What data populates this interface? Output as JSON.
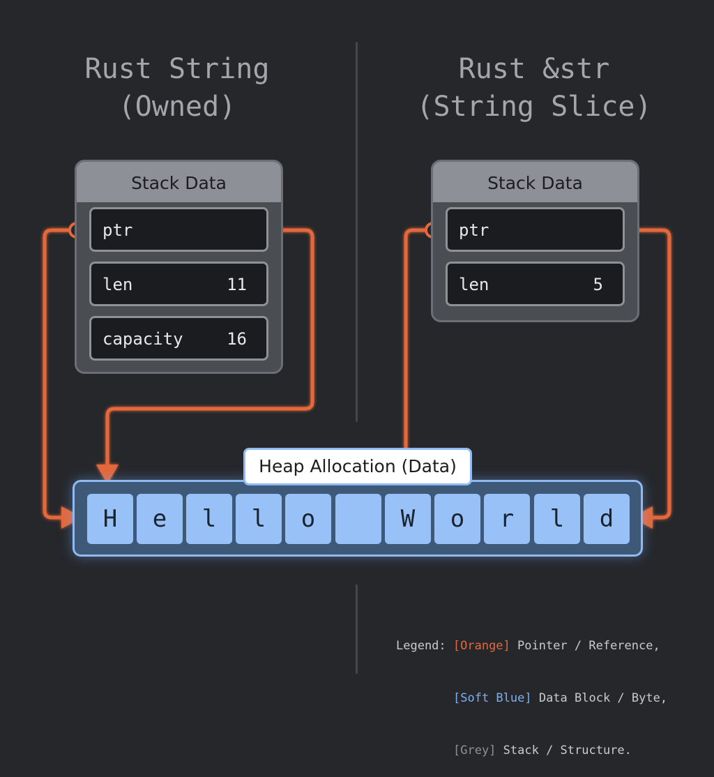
{
  "colors": {
    "background": "#25272b",
    "pointer_orange": "#e4683b",
    "data_blue": "#98c2f7",
    "stack_grey": "#8d9096"
  },
  "left": {
    "title_line1": "Rust String",
    "title_line2": "(Owned)",
    "stack_header": "Stack Data",
    "fields": [
      {
        "name": "ptr",
        "value": ""
      },
      {
        "name": "len",
        "value": "11"
      },
      {
        "name": "capacity",
        "value": "16"
      }
    ]
  },
  "right": {
    "title_line1": "Rust &str",
    "title_line2": "(String Slice)",
    "stack_header": "Stack Data",
    "fields": [
      {
        "name": "ptr",
        "value": ""
      },
      {
        "name": "len",
        "value": "5"
      }
    ]
  },
  "heap": {
    "label": "Heap Allocation (Data)",
    "bytes": [
      "H",
      "e",
      "l",
      "l",
      "o",
      " ",
      "W",
      "o",
      "r",
      "l",
      "d"
    ]
  },
  "legend": {
    "prefix": "Legend: ",
    "orange_tag": "[Orange]",
    "orange_text": " Pointer / Reference,",
    "blue_tag": "[Soft Blue]",
    "blue_text": " Data Block / Byte,",
    "grey_tag": "[Grey]",
    "grey_text": " Stack / Structure."
  }
}
